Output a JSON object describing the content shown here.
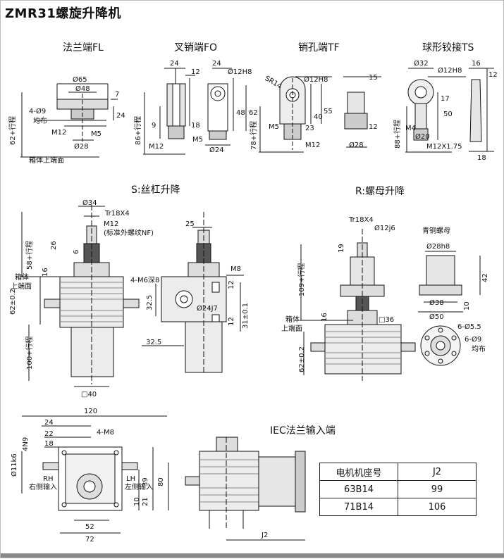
{
  "title": "ZMR31螺旋升降机",
  "sections": {
    "fl": "法兰端FL",
    "fo": "叉销端FO",
    "tf": "销孔端TF",
    "ts": "球形铰接TS",
    "s": "S:丝杠升降",
    "r": "R:螺母升降",
    "iec": "IEC法兰输入端"
  },
  "dims": {
    "fl": [
      "Ø65",
      "Ø48",
      "7",
      "4-Ø9",
      "均布",
      "24",
      "M12",
      "M5",
      "Ø28",
      "62+行程",
      "箱体上端面"
    ],
    "fo": [
      "24",
      "12",
      "Ø12H8",
      "24",
      "48",
      "62",
      "9",
      "18",
      "M5",
      "M12",
      "Ø24",
      "86+行程"
    ],
    "tf": [
      "Ø12H8",
      "15",
      "SR14",
      "55",
      "40",
      "23",
      "M5",
      "M12",
      "Ø28",
      "12",
      "78+行程"
    ],
    "ts": [
      "Ø32",
      "Ø12H8",
      "16",
      "12",
      "17",
      "50",
      "M4",
      "Ø20",
      "M12X1.75",
      "18",
      "88+行程"
    ],
    "s": [
      "Ø34",
      "Tr18X4",
      "M12",
      "(标准外螺纹NF)",
      "26",
      "6",
      "58+行程",
      "箱体",
      "上端面",
      "16",
      "62±0.2",
      "100+行程",
      "□40",
      "25",
      "M8",
      "4-M6深8",
      "12",
      "32.5",
      "Ø24J7",
      "12",
      "31±0.1",
      "32.5"
    ],
    "r": [
      "Tr18X4",
      "Ø12j6",
      "19",
      "109+行程",
      "箱体",
      "上端面",
      "16",
      "□36",
      "62±0.2",
      "青铜螺母",
      "Ø28h8",
      "42",
      "10",
      "Ø38",
      "Ø50",
      "6-Ø5.5",
      "6-Ø9",
      "均布"
    ],
    "bv": [
      "120",
      "24",
      "22",
      "18",
      "4-M8",
      "4N9",
      "Ø11k6",
      "RH",
      "右侧输入",
      "LH",
      "左侧输入",
      "39",
      "80",
      "21",
      "10",
      "52",
      "72"
    ],
    "iec": [
      "J2"
    ]
  },
  "motor_table": {
    "headers": [
      "电机机座号",
      "J2"
    ],
    "rows": [
      [
        "63B14",
        "99"
      ],
      [
        "71B14",
        "106"
      ]
    ]
  }
}
